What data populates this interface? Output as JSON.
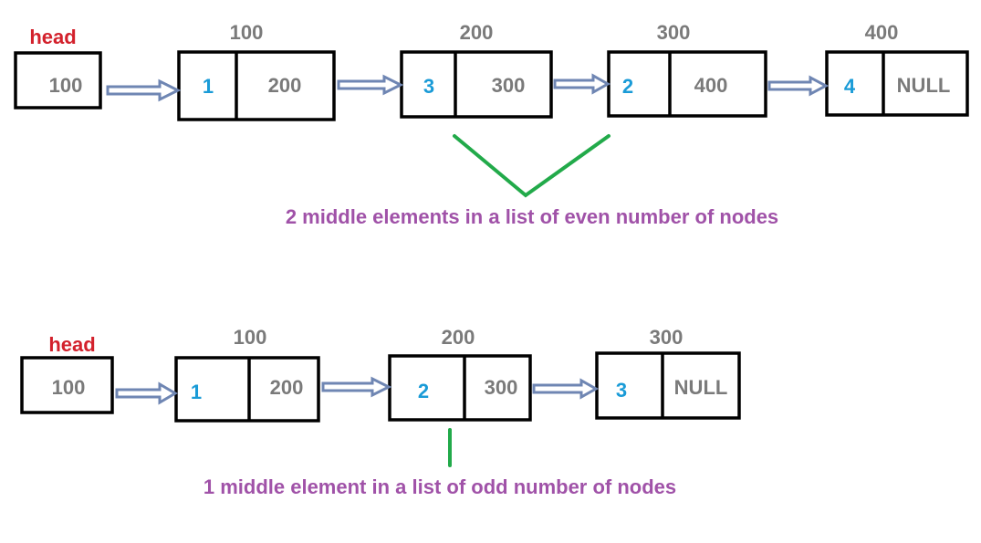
{
  "top_list": {
    "head_label": "head",
    "head_value": "100",
    "nodes": [
      {
        "address": "100",
        "value": "1",
        "next": "200"
      },
      {
        "address": "200",
        "value": "3",
        "next": "300"
      },
      {
        "address": "300",
        "value": "2",
        "next": "400"
      },
      {
        "address": "400",
        "value": "4",
        "next": "NULL"
      }
    ],
    "caption": "2 middle elements in a list of even number of nodes"
  },
  "bottom_list": {
    "head_label": "head",
    "head_value": "100",
    "nodes": [
      {
        "address": "100",
        "value": "1",
        "next": "200"
      },
      {
        "address": "200",
        "value": "2",
        "next": "300"
      },
      {
        "address": "300",
        "value": "3",
        "next": "NULL"
      }
    ],
    "caption": "1 middle element in a list of odd number of nodes"
  },
  "colors": {
    "head_label": "#d3212c",
    "node_value": "#1a9bd7",
    "address": "#7a7a7a",
    "caption": "#a052a8",
    "arrow": "#6f86b3",
    "middle_marker": "#22aa4a"
  }
}
